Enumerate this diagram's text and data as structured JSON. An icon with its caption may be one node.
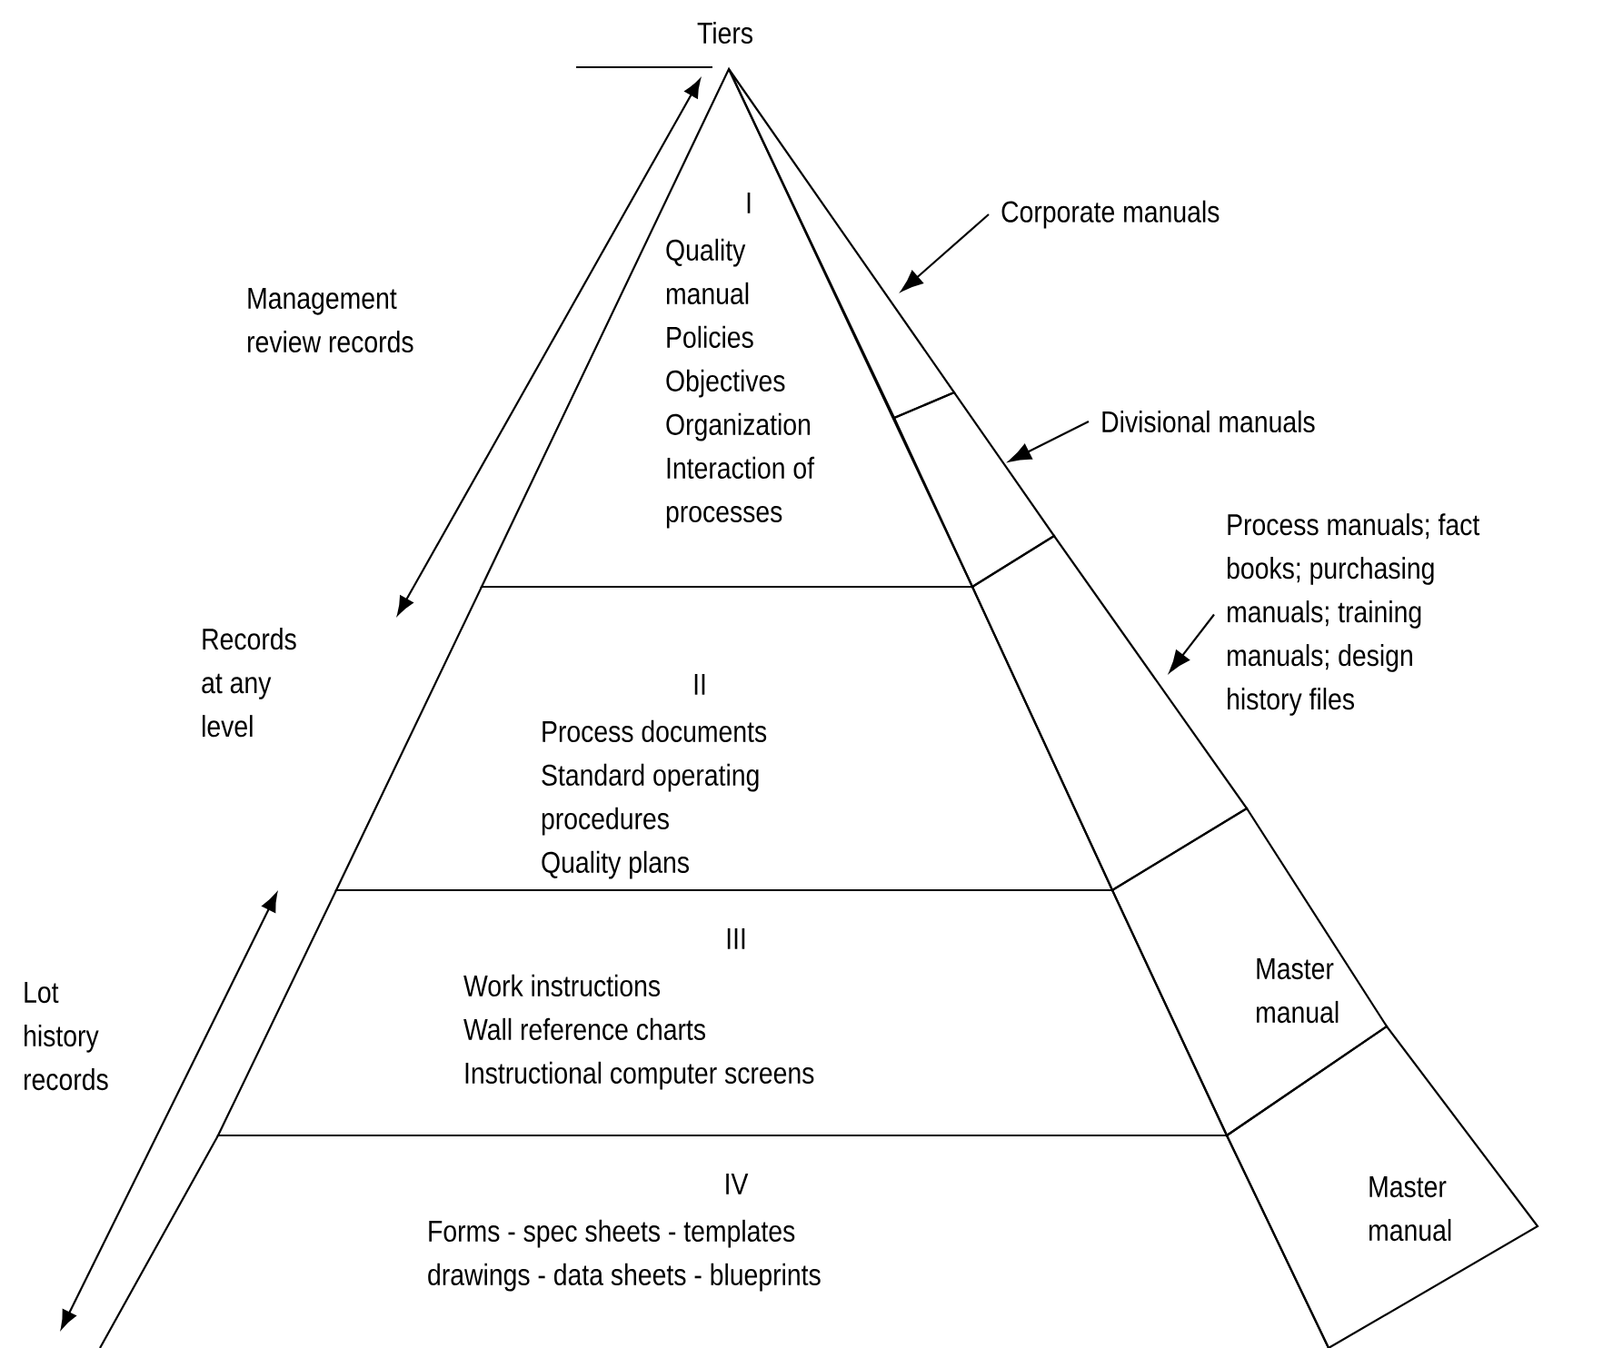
{
  "diagram": {
    "nodes": [
      {
        "text": [
          "I",
          "Quality manual",
          "Policies",
          "Objectives",
          "Organization",
          "Interaction of processes"
        ]
      },
      {
        "text": [
          "II",
          "Process documents",
          "Standard operating procedures",
          "Quality plans"
        ]
      },
      {
        "text": [
          "III",
          "Work instructions",
          "Wall reference charts",
          "Instructional computer screens"
        ]
      },
      {
        "text": [
          "IV",
          "Forms - spec sheets - templates",
          "drawings - data sheets - blueprints"
        ]
      },
      {
        "text": [],
        "shape": "band"
      },
      {
        "text": [],
        "shape": "band"
      },
      {
        "text": [],
        "shape": "band"
      },
      {
        "text": [
          "Master manual"
        ]
      },
      {
        "text": [
          "Master manual"
        ]
      },
      {
        "text": [
          "Corporate manuals"
        ]
      },
      {
        "text": [
          "Divisional manuals"
        ]
      },
      {
        "text": [
          "Process manuals; fact books; purchasing manuals; training manuals; design history files"
        ]
      }
    ],
    "edges": [
      {
        "from": 9,
        "to": 4,
        "arrow": "to"
      },
      {
        "from": 10,
        "to": 5,
        "arrow": "to"
      },
      {
        "from": 11,
        "to": 6,
        "arrow": "to"
      }
    ],
    "labels": [
      "Tiers",
      "Management review records",
      "Records at any level",
      "Lot history records"
    ]
  }
}
